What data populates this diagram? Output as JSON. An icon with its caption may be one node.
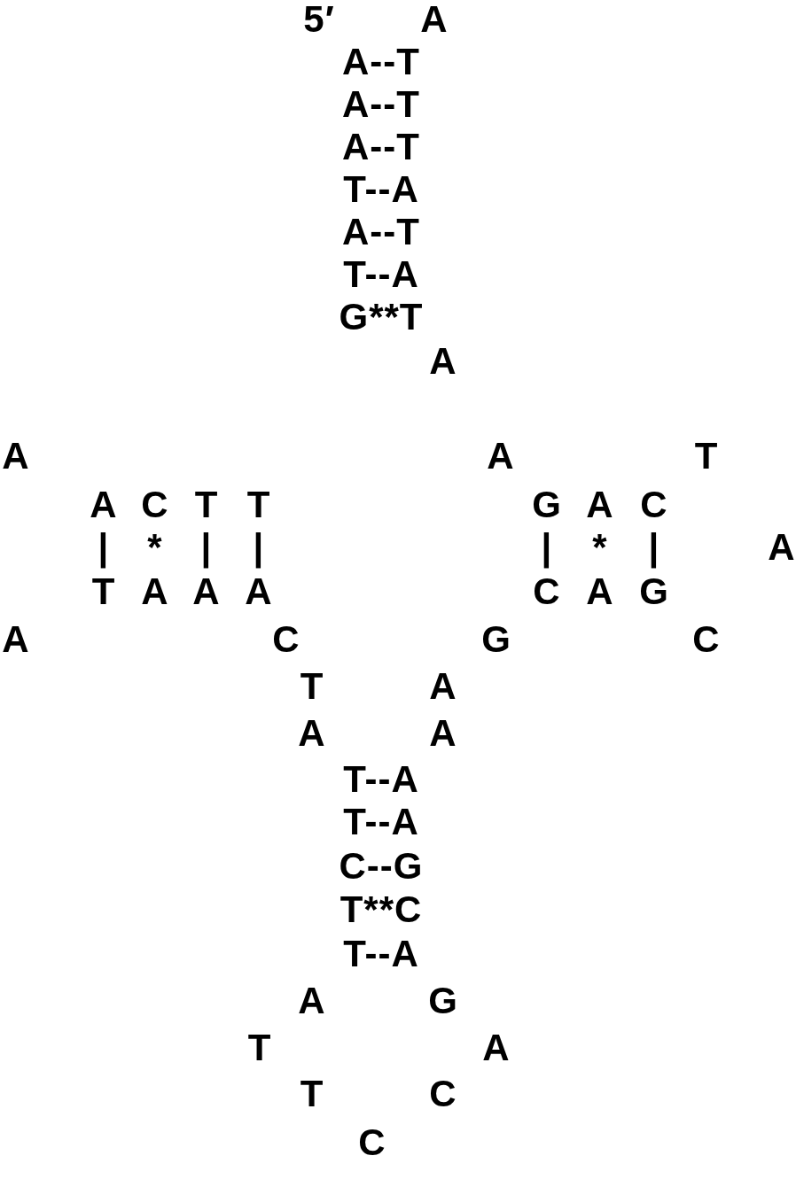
{
  "diagram": {
    "labels": [
      "5′",
      "A",
      "A--T",
      "A--T",
      "A--T",
      "T--A",
      "A--T",
      "T--A",
      "G**T",
      "A",
      "A",
      "A",
      "T",
      "A",
      "C",
      "T",
      "T",
      "G",
      "A",
      "C",
      "|",
      "*",
      "|",
      "|",
      "|",
      "*",
      "|",
      "A",
      "T",
      "A",
      "A",
      "A",
      "C",
      "A",
      "G",
      "A",
      "C",
      "G",
      "C",
      "T",
      "A",
      "A",
      "A",
      "T--A",
      "T--A",
      "C--G",
      "T**C",
      "T--A",
      "A",
      "G",
      "T",
      "A",
      "T",
      "C",
      "C"
    ]
  }
}
